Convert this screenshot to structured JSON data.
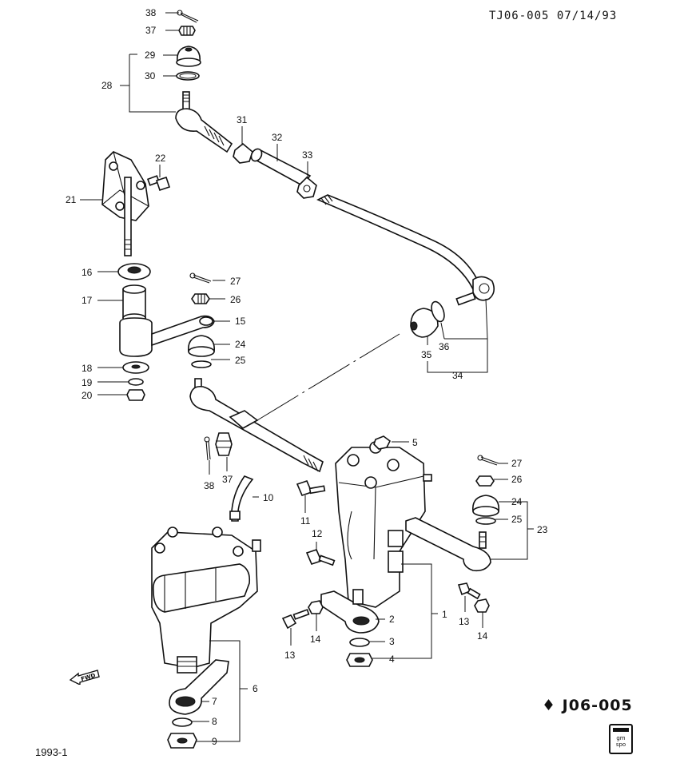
{
  "header": {
    "ref": "TJ06-005 07/14/93"
  },
  "footer": {
    "diagram_code": "J06-005",
    "year": "1993-1",
    "gm_text_1": "gm",
    "gm_text_2": "spo"
  },
  "fwd": {
    "label": "FWD"
  },
  "callouts": {
    "p38a": "38",
    "p37a": "37",
    "p29": "29",
    "p30": "30",
    "p28": "28",
    "p31": "31",
    "p32": "32",
    "p33": "33",
    "p22": "22",
    "p21": "21",
    "p16": "16",
    "p27a": "27",
    "p17": "17",
    "p26a": "26",
    "p15": "15",
    "p24a": "24",
    "p25a": "25",
    "p18": "18",
    "p19": "19",
    "p20": "20",
    "p35": "35",
    "p36": "36",
    "p34": "34",
    "p5": "5",
    "p38b": "38",
    "p37b": "37",
    "p10": "10",
    "p11": "11",
    "p12": "12",
    "p27b": "27",
    "p26b": "26",
    "p24b": "24",
    "p25b": "25",
    "p23": "23",
    "p1": "1",
    "p2": "2",
    "p3": "3",
    "p4": "4",
    "p13a": "13",
    "p14a": "14",
    "p13b": "13",
    "p14b": "14",
    "p6": "6",
    "p7": "7",
    "p8": "8",
    "p9": "9"
  }
}
